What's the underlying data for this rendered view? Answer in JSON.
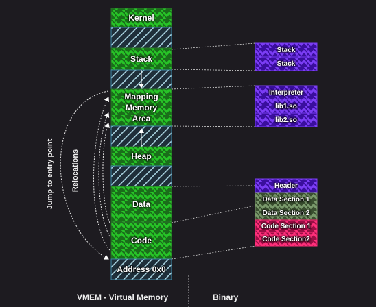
{
  "vmem": {
    "caption": "VMEM - Virtual Memory",
    "blocks": [
      {
        "label": "Kernel",
        "fill": "green"
      },
      {
        "label": "",
        "fill": "hatch"
      },
      {
        "label": "Stack",
        "fill": "green"
      },
      {
        "label": "",
        "fill": "hatch"
      },
      {
        "label": "Mapping\nMemory\nArea",
        "fill": "green"
      },
      {
        "label": "",
        "fill": "hatch"
      },
      {
        "label": "Heap",
        "fill": "green"
      },
      {
        "label": "",
        "fill": "hatch"
      },
      {
        "label": "Data",
        "fill": "green"
      },
      {
        "label": "Code",
        "fill": "green"
      },
      {
        "label": "Address 0x0",
        "fill": "hatch"
      }
    ]
  },
  "binary": {
    "caption": "Binary",
    "groups": [
      {
        "items": [
          {
            "label": "Stack",
            "color": "purple"
          },
          {
            "label": "Stack",
            "color": "purple"
          }
        ]
      },
      {
        "items": [
          {
            "label": "Interpreter",
            "color": "purple"
          },
          {
            "label": "lib1.so",
            "color": "purple"
          },
          {
            "label": "lib2.so",
            "color": "purple"
          }
        ]
      },
      {
        "items": [
          {
            "label": "Header",
            "color": "purple"
          },
          {
            "label": "Data Section 1",
            "color": "olive"
          },
          {
            "label": "Data Section 2",
            "color": "olive"
          },
          {
            "label": "Code Section 1",
            "color": "pink"
          },
          {
            "label": "Code Section2",
            "color": "pink"
          }
        ]
      }
    ]
  },
  "annotations": {
    "jump": "Jump to entry point",
    "relocations": "Relocations"
  },
  "colors": {
    "background": "#1d1b20",
    "green_base": "#1a6e1a",
    "green_zig": "#27c427",
    "hatch_border": "#3f88a8",
    "purple_base": "#3a0f9e",
    "purple_zig": "#7b3df5",
    "olive_base": "#3a4f30",
    "olive_zig": "#7a9a6c",
    "pink_base": "#9b0f45",
    "pink_zig": "#ff2f7a"
  }
}
